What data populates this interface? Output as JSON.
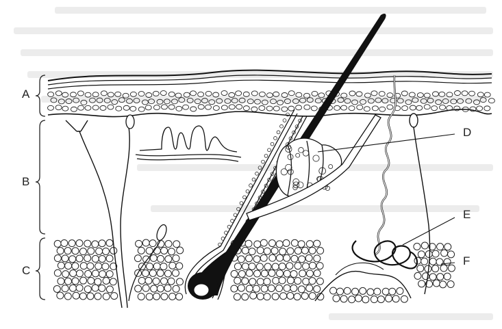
{
  "diagram": {
    "labels": {
      "A": "A",
      "B": "B",
      "C": "C",
      "D": "D",
      "E": "E",
      "F": "F"
    }
  },
  "colors": {
    "ink": "#111111",
    "background": "#ffffff",
    "bleed_text": "#e6e6e6"
  }
}
